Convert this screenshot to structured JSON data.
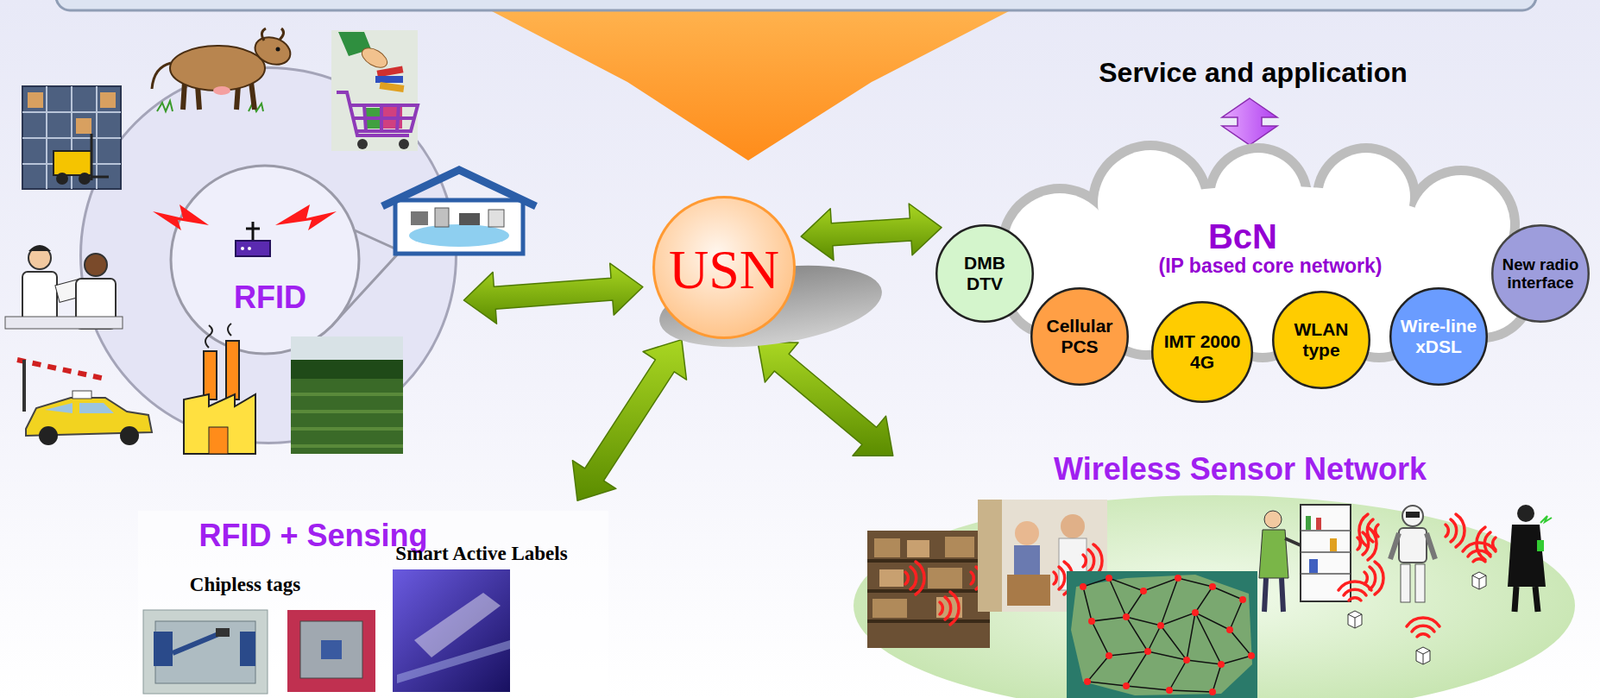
{
  "diagram": {
    "nodes": [
      {
        "text": [
          "RFID"
        ]
      },
      {
        "text": [
          "USN"
        ]
      },
      {
        "text": [
          "BcN",
          "(IP based core network)"
        ]
      },
      {
        "text": [
          "DMB DTV"
        ],
        "in": 2
      },
      {
        "text": [
          "Cellular PCS"
        ],
        "in": 2
      },
      {
        "text": [
          "IMT 2000 4G"
        ],
        "in": 2
      },
      {
        "text": [
          "WLAN type"
        ],
        "in": 2
      },
      {
        "text": [
          "Wire-line xDSL"
        ],
        "in": 2
      },
      {
        "text": [
          "New radio interface"
        ],
        "in": 2
      },
      {
        "text": [
          "RFID + Sensing",
          "Chipless tags",
          "Smart Active Labels"
        ]
      },
      {
        "text": [
          "Wireless Sensor Network"
        ]
      }
    ],
    "edges": [
      {
        "from": 1,
        "to": 0,
        "arrow": "both"
      },
      {
        "from": 1,
        "to": 2,
        "arrow": "both"
      },
      {
        "from": 1,
        "to": 9,
        "arrow": "both"
      },
      {
        "from": 1,
        "to": 10,
        "arrow": "both"
      }
    ],
    "labels": [
      "Service and application"
    ]
  }
}
